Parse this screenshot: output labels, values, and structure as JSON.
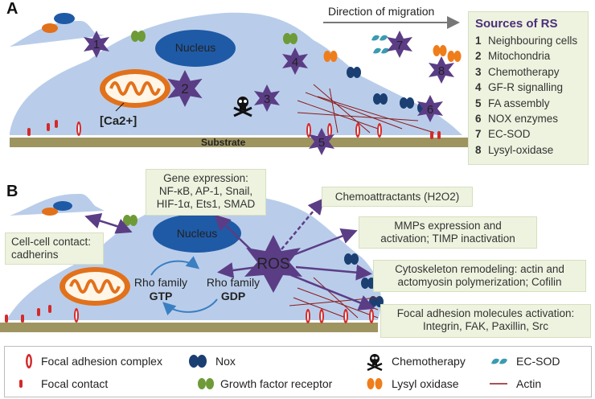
{
  "panel_a": {
    "letter": "A",
    "direction_label": "Direction of migration",
    "nucleus_label": "Nucleus",
    "calcium_label": "[Ca2+]",
    "substrate_label": "Substrate",
    "sources_box": {
      "title": "Sources of RS",
      "items": [
        {
          "num": "1",
          "label": "Neighbouring cells"
        },
        {
          "num": "2",
          "label": "Mitochondria"
        },
        {
          "num": "3",
          "label": "Chemotherapy"
        },
        {
          "num": "4",
          "label": "GF-R signalling"
        },
        {
          "num": "5",
          "label": "FA assembly"
        },
        {
          "num": "6",
          "label": "NOX enzymes"
        },
        {
          "num": "7",
          "label": "EC-SOD"
        },
        {
          "num": "8",
          "label": "Lysyl-oxidase"
        }
      ]
    },
    "star_numbers": [
      "1",
      "2",
      "3",
      "4",
      "5",
      "6",
      "7",
      "8"
    ]
  },
  "panel_b": {
    "letter": "B",
    "nucleus_label": "Nucleus",
    "ros_label": "ROS",
    "rho_gtp": {
      "line1": "Rho family",
      "line2": "GTP"
    },
    "rho_gdp": {
      "line1": "Rho family",
      "line2": "GDP"
    },
    "boxes": {
      "gene_expression": [
        "Gene expression:",
        "NF-κB, AP-1, Snail,",
        "HIF-1α, Ets1, SMAD"
      ],
      "cell_contact": [
        "Cell-cell contact:",
        "cadherins"
      ],
      "chemoattractants": "Chemoattractants (H2O2)",
      "mmps": [
        "MMPs expression and",
        "activation; TIMP inactivation"
      ],
      "cytoskeleton": [
        "Cytoskeleton remodeling: actin and",
        "actomyosin polymerization; Cofilin"
      ],
      "focal_adhesion": [
        "Focal adhesion molecules activation:",
        "Integrin, FAK, Paxillin, Src"
      ]
    }
  },
  "legend": {
    "focal_adhesion_complex": "Focal adhesion complex",
    "focal_contact": "Focal contact",
    "nox": "Nox",
    "growth_factor_receptor": "Growth factor receptor",
    "chemotherapy": "Chemotherapy",
    "lysyl_oxidase": "Lysyl oxidase",
    "ec_sod": "EC-SOD",
    "actin": "Actin"
  },
  "colors": {
    "cell": "#b9cdea",
    "nucleus": "#1f5aa6",
    "star": "#5b3d86",
    "mitochondria": "#e2711b",
    "growth_factor_receptor": "#6e9b37",
    "focal_adhesion": "#d42a2a",
    "lysyl_oxidase": "#ef7d1a",
    "ec_sod": "#3b9bb0",
    "nox": "#1b3f72",
    "actin": "#8b1a1a",
    "substrate": "#9e9460",
    "box": "#eef3df",
    "sources_title": "#4b2f7a"
  }
}
